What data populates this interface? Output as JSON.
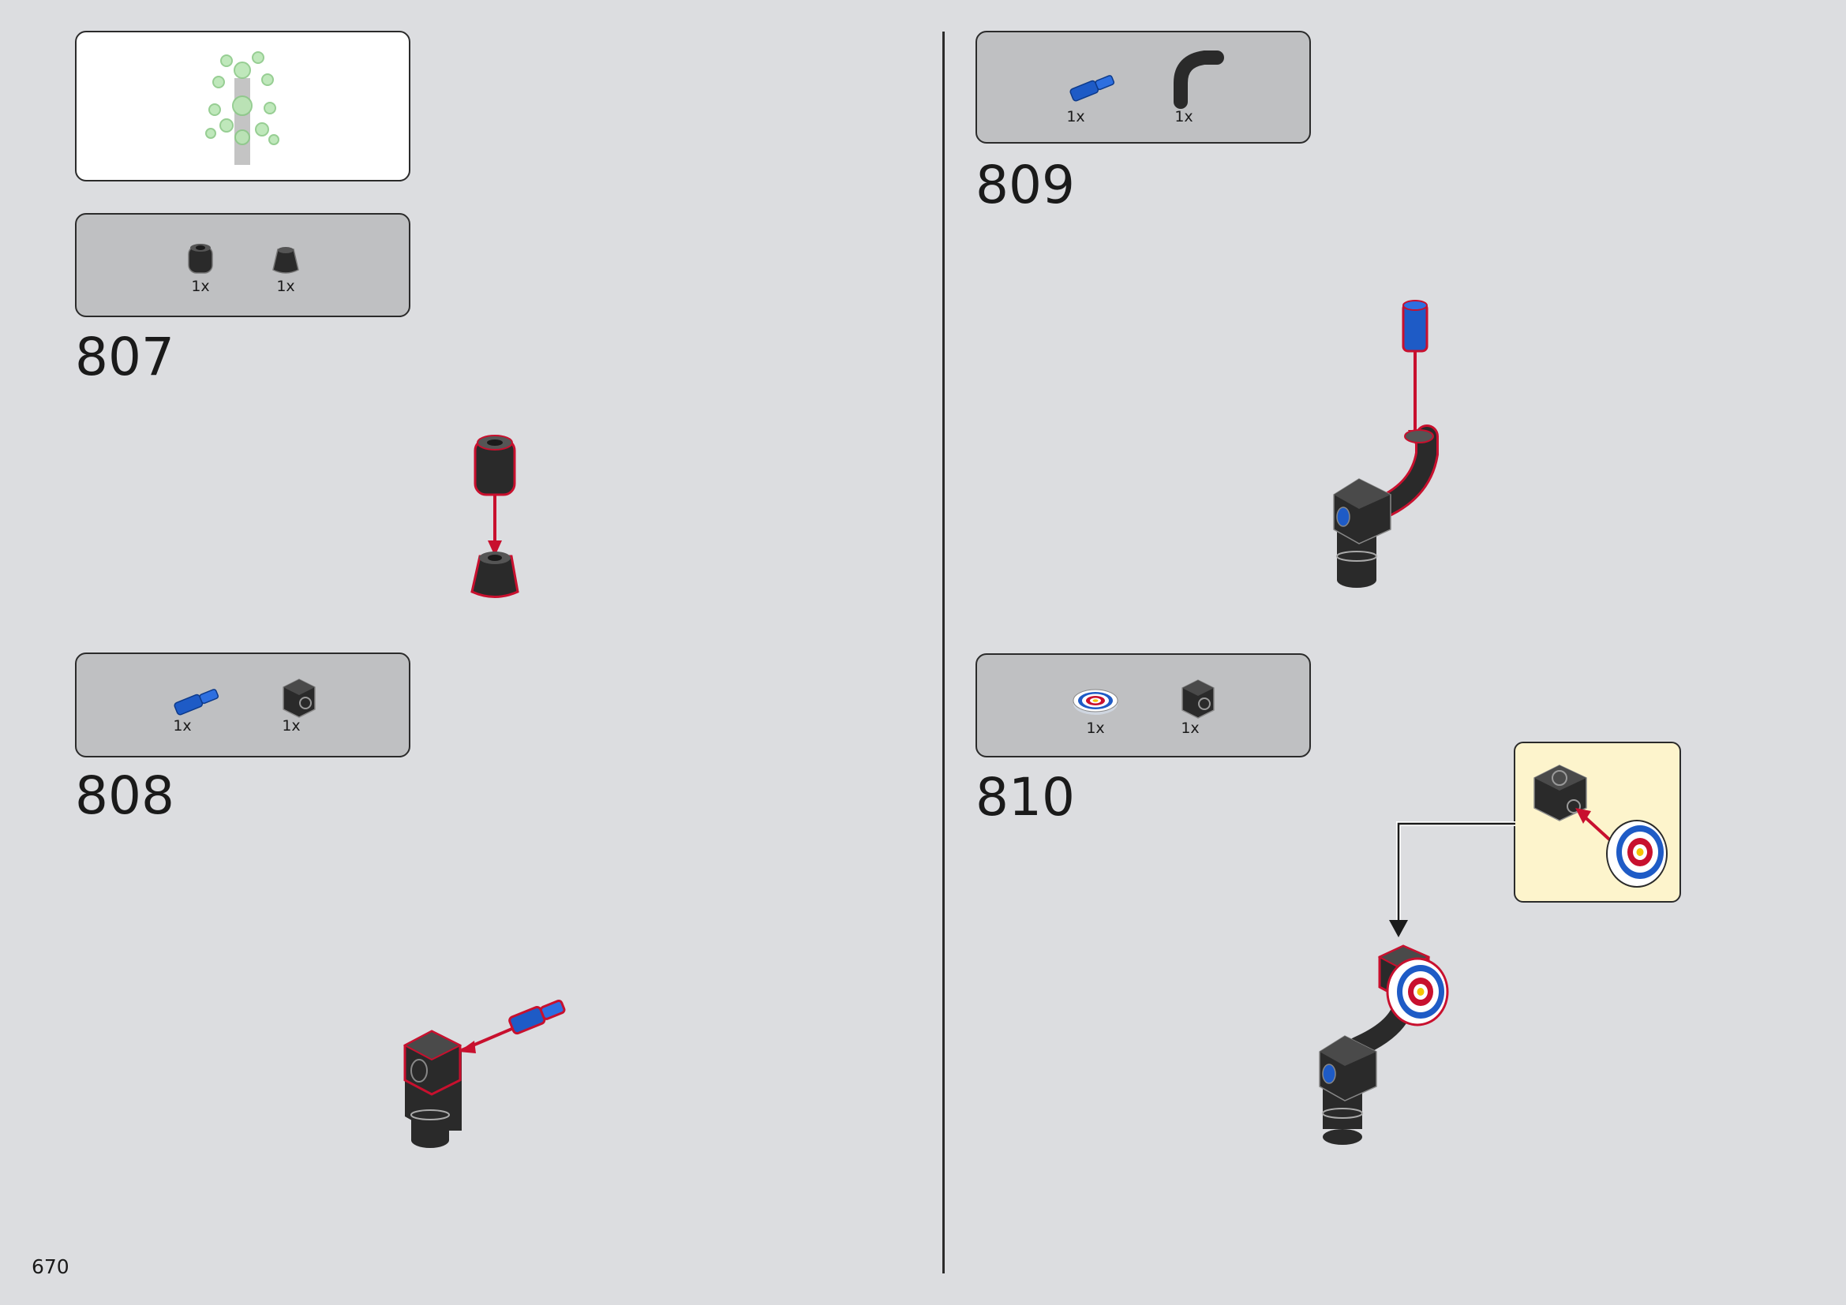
{
  "page": {
    "number": "670"
  },
  "colors": {
    "background": "#dcdde0",
    "parts_box": "#bfc0c2",
    "callout": "#fdf4cc",
    "highlight": "#c8102e",
    "part_black": "#2a2a2a",
    "part_blue": "#1e5bc6",
    "leaf_green": "#b9e6b4"
  },
  "steps": [
    {
      "number": "807",
      "parts": [
        {
          "icon": "round-brick-icon",
          "qty": "1x"
        },
        {
          "icon": "cone-icon",
          "qty": "1x"
        }
      ]
    },
    {
      "number": "808",
      "parts": [
        {
          "icon": "blue-axle-pin-icon",
          "qty": "1x"
        },
        {
          "icon": "black-technic-brick-icon",
          "qty": "1x"
        }
      ]
    },
    {
      "number": "809",
      "parts": [
        {
          "icon": "blue-axle-pin-icon",
          "qty": "1x"
        },
        {
          "icon": "curved-tube-icon",
          "qty": "1x"
        }
      ]
    },
    {
      "number": "810",
      "parts": [
        {
          "icon": "target-tile-icon",
          "qty": "1x"
        },
        {
          "icon": "black-technic-brick-icon",
          "qty": "1x"
        }
      ]
    }
  ],
  "preview": {
    "icon": "plant-leaves-icon"
  }
}
